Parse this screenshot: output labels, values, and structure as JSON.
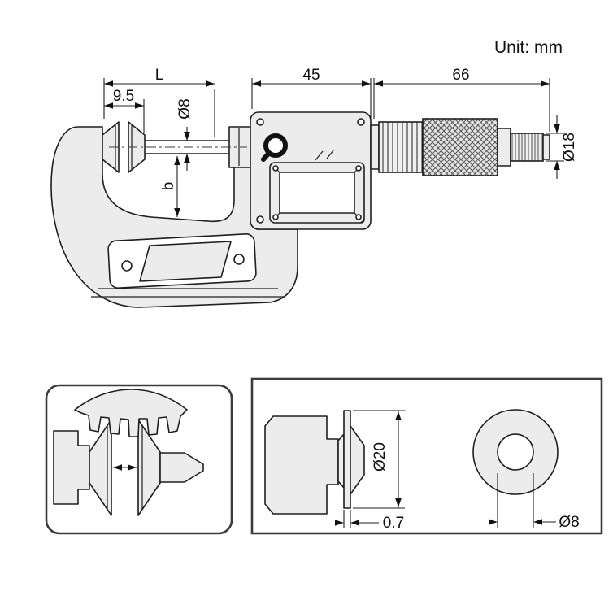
{
  "page": {
    "unit_label": "Unit: mm"
  },
  "main_view": {
    "dims": {
      "L": "L",
      "disc_span": "9.5",
      "spindle_diameter": "Ø8",
      "body_width": "45",
      "barrel_length": "66",
      "ratchet_diameter": "Ø18",
      "throat_depth": "b"
    }
  },
  "detail_disc_view": {
    "dims": {
      "disc_diameter": "Ø20",
      "edge_thickness": "0.7",
      "hub_diameter": "Ø8"
    }
  },
  "colors": {
    "line": "#1f1f1f",
    "metal_fill": "#ececec",
    "knurl_fill": "#e4e4e4",
    "background": "#ffffff",
    "detail_box_border": "#3c3c3c"
  }
}
